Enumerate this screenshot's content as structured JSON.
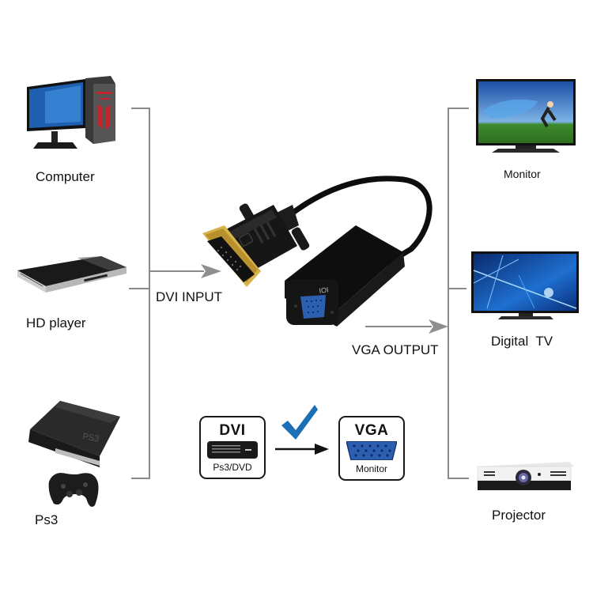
{
  "diagram": {
    "type": "dvi-to-vga-adapter-connection",
    "inputs": [
      {
        "label": "Computer",
        "icon": "desktop-computer-icon"
      },
      {
        "label": "HD player",
        "icon": "hd-player-icon"
      },
      {
        "label": "Ps3",
        "icon": "game-console-icon"
      }
    ],
    "outputs": [
      {
        "label": "Monitor",
        "icon": "monitor-icon"
      },
      {
        "label": "Digital  TV",
        "icon": "digital-tv-icon"
      },
      {
        "label": "Projector",
        "icon": "projector-icon"
      }
    ],
    "input_arrow_label": "DVI INPUT",
    "output_arrow_label": "VGA OUTPUT",
    "legend": {
      "source": {
        "title": "DVI",
        "sub": "Ps3/DVD"
      },
      "target": {
        "title": "VGA",
        "sub": "Monitor"
      },
      "check_icon": "checkmark-icon"
    },
    "colors": {
      "bracket_line": "#8a8a8a",
      "check": "#1a6fb5",
      "vga_port": "#2d5fb0",
      "gold": "#d8b24a",
      "adapter_body": "#141414"
    }
  }
}
